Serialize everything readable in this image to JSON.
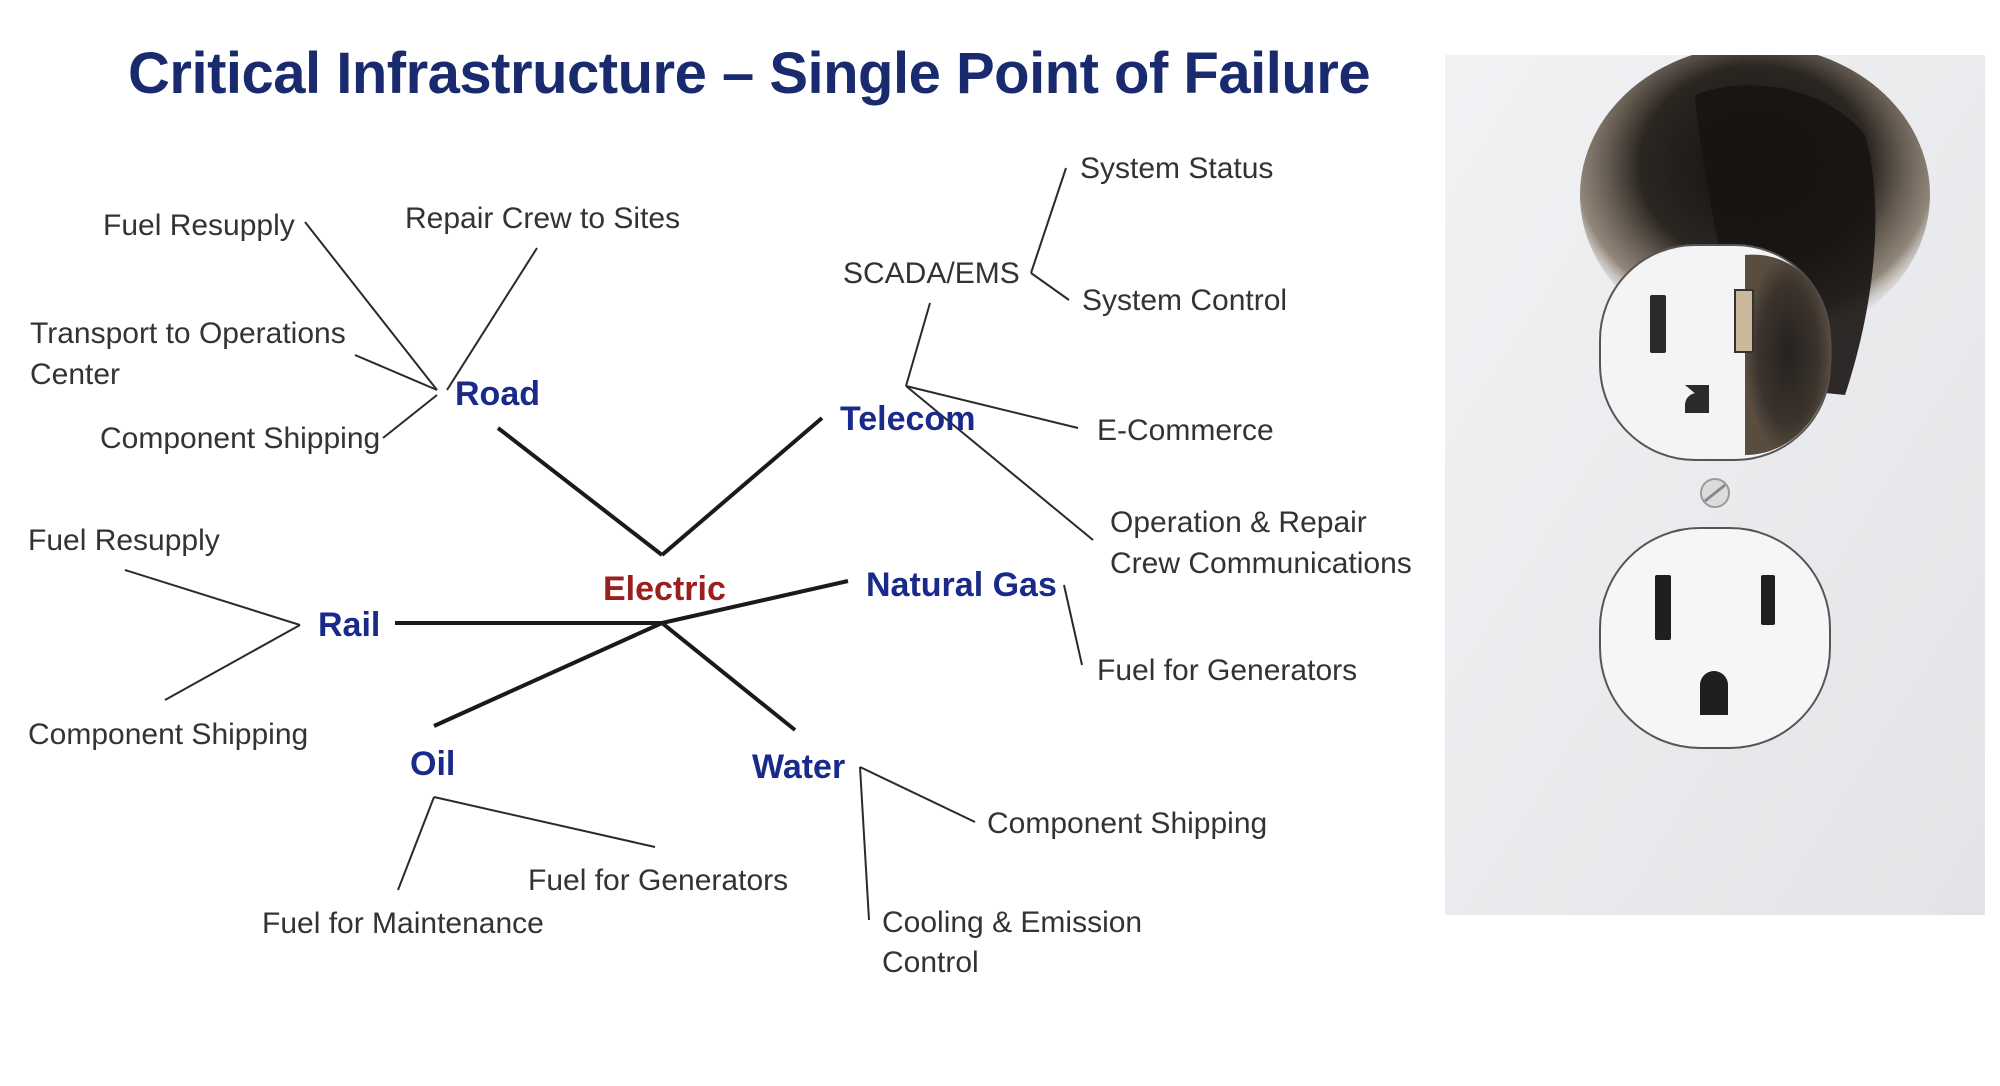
{
  "title": "Critical Infrastructure – Single Point of Failure",
  "center": "Electric",
  "hubs": {
    "road": "Road",
    "telecom": "Telecom",
    "rail": "Rail",
    "natural_gas": "Natural Gas",
    "oil": "Oil",
    "water": "Water"
  },
  "road_items": {
    "fuel_resupply": "Fuel Resupply",
    "repair_crew": "Repair Crew to Sites",
    "transport_line1": "Transport to Operations",
    "transport_line2": "Center",
    "component_shipping": "Component Shipping"
  },
  "telecom_items": {
    "scada": "SCADA/EMS",
    "system_status": "System Status",
    "system_control": "System Control",
    "ecommerce": "E-Commerce",
    "operation_line1": "Operation & Repair",
    "operation_line2": "Crew Communications"
  },
  "rail_items": {
    "fuel_resupply": "Fuel Resupply",
    "component_shipping": "Component Shipping"
  },
  "natural_gas_items": {
    "fuel_for_generators": "Fuel for Generators"
  },
  "oil_items": {
    "fuel_for_generators": "Fuel for Generators",
    "fuel_for_maintenance": "Fuel for Maintenance"
  },
  "water_items": {
    "component_shipping": "Component Shipping",
    "cooling_line1": "Cooling & Emission",
    "cooling_line2": "Control"
  }
}
